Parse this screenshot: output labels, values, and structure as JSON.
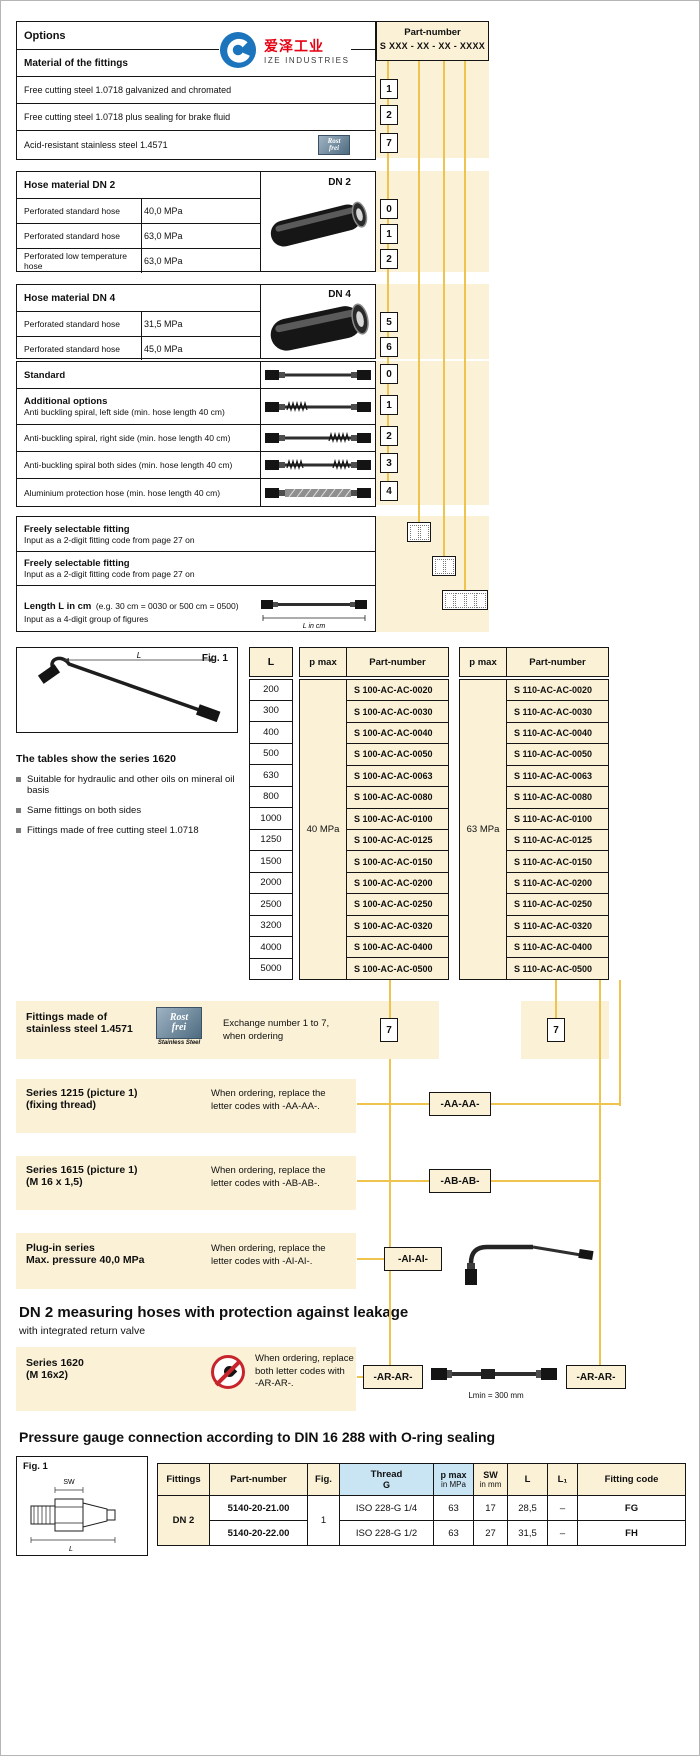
{
  "colors": {
    "cream": "#faf1d6",
    "gold": "#eec44e",
    "header_blue": "#c9e5f4",
    "logo_blue": "#1b74bc",
    "logo_red": "#e60012",
    "badge_steel": "#7d97aa"
  },
  "logo": {
    "cn": "爱泽工业",
    "en": "IZE INDUSTRIES"
  },
  "part_number": {
    "label": "Part-number",
    "format": "S XXX - XX - XX - XXXX"
  },
  "options": {
    "title": "Options",
    "material_title": "Material of the fittings",
    "material_rows": [
      {
        "label": "Free cutting steel 1.0718 galvanized and chromated",
        "code": "1"
      },
      {
        "label": "Free cutting steel 1.0718 plus sealing for brake fluid",
        "code": "2"
      },
      {
        "label": "Acid-resistant stainless steel 1.4571",
        "code": "7"
      }
    ],
    "dn2_title": "Hose material DN 2",
    "dn2_image_label": "DN 2",
    "dn2_rows": [
      {
        "label": "Perforated standard hose",
        "pressure": "40,0 MPa",
        "code": "0"
      },
      {
        "label": "Perforated standard hose",
        "pressure": "63,0 MPa",
        "code": "1"
      },
      {
        "label": "Perforated low temperature hose",
        "pressure": "63,0 MPa",
        "code": "2"
      }
    ],
    "dn4_title": "Hose material DN 4",
    "dn4_image_label": "DN 4",
    "dn4_rows": [
      {
        "label": "Perforated standard hose",
        "pressure": "31,5 MPa",
        "code": "5"
      },
      {
        "label": "Perforated standard hose",
        "pressure": "45,0 MPa",
        "code": "6"
      }
    ],
    "protection_rows": [
      {
        "title": "Standard",
        "sub": "",
        "code": "0"
      },
      {
        "title": "Additional options",
        "sub": "Anti buckling spiral, left side (min. hose length 40 cm)",
        "code": "1"
      },
      {
        "title": "",
        "sub": "Anti-buckling spiral, right side (min. hose length 40 cm)",
        "code": "2"
      },
      {
        "title": "",
        "sub": "Anti-buckling spiral both sides (min. hose length 40 cm)",
        "code": "3"
      },
      {
        "title": "",
        "sub": "Aluminium protection hose (min. hose length 40 cm)",
        "code": "4"
      }
    ],
    "fitting1": {
      "title": "Freely selectable fitting",
      "sub": "Input as a 2-digit fitting code from page 27 on"
    },
    "fitting2": {
      "title": "Freely selectable fitting",
      "sub": "Input as a 2-digit fitting code from page 27 on"
    },
    "length": {
      "title": "Length L in cm",
      "title_note": "(e.g. 30 cm = 0030 or 500 cm = 0500)",
      "sub": "Input as a 4-digit group of figures",
      "image_label": "L in cm"
    }
  },
  "fig1": {
    "label": "Fig. 1",
    "dim_label": "L"
  },
  "series_info": {
    "intro": "The tables show the series 1620",
    "bullets": [
      "Suitable for hydraulic and other oils on mineral oil basis",
      "Same fittings on both sides",
      "Fittings made of free cutting steel 1.0718"
    ]
  },
  "tables1620": {
    "l_header": "L",
    "pmax_header": "p max",
    "part_header": "Part-number",
    "lengths": [
      "200",
      "300",
      "400",
      "500",
      "630",
      "800",
      "1000",
      "1250",
      "1500",
      "2000",
      "2500",
      "3200",
      "4000",
      "5000"
    ],
    "table40": {
      "pmax": "40 MPa",
      "parts": [
        "S 100-AC-AC-0020",
        "S 100-AC-AC-0030",
        "S 100-AC-AC-0040",
        "S 100-AC-AC-0050",
        "S 100-AC-AC-0063",
        "S 100-AC-AC-0080",
        "S 100-AC-AC-0100",
        "S 100-AC-AC-0125",
        "S 100-AC-AC-0150",
        "S 100-AC-AC-0200",
        "S 100-AC-AC-0250",
        "S 100-AC-AC-0320",
        "S 100-AC-AC-0400",
        "S 100-AC-AC-0500"
      ]
    },
    "table63": {
      "pmax": "63 MPa",
      "parts": [
        "S 110-AC-AC-0020",
        "S 110-AC-AC-0030",
        "S 110-AC-AC-0040",
        "S 110-AC-AC-0050",
        "S 110-AC-AC-0063",
        "S 110-AC-AC-0080",
        "S 110-AC-AC-0100",
        "S 110-AC-AC-0125",
        "S 110-AC-AC-0150",
        "S 110-AC-AC-0200",
        "S 110-AC-AC-0250",
        "S 110-AC-AC-0320",
        "S 110-AC-AC-0400",
        "S 110-AC-AC-0500"
      ]
    }
  },
  "rostfrei": {
    "l1": "Rost",
    "l2": "frei",
    "sub": "Stainless Steel"
  },
  "stainless": {
    "title_l1": "Fittings made of",
    "title_l2": "stainless steel 1.4571",
    "note_l1": "Exchange number 1 to 7,",
    "note_l2": "when ordering",
    "code_left": "7",
    "code_right": "7"
  },
  "series1215": {
    "title_l1": "Series 1215 (picture 1)",
    "title_l2": "(fixing thread)",
    "note_l1": "When ordering, replace the",
    "note_l2": "letter codes with -AA-AA-.",
    "code": "-AA-AA-"
  },
  "series1615": {
    "title_l1": "Series 1615 (picture 1)",
    "title_l2": "(M 16 x 1,5)",
    "note_l1": "When ordering, replace the",
    "note_l2": "letter codes with -AB-AB-.",
    "code": "-AB-AB-"
  },
  "plugin": {
    "title_l1": "Plug-in series",
    "title_l2": "Max. pressure 40,0 MPa",
    "note_l1": "When ordering, replace the",
    "note_l2": "letter codes with -AI-AI-.",
    "code": "-AI-AI-"
  },
  "measuring": {
    "heading": "DN 2 measuring hoses with protection against leakage",
    "subheading": "with integrated return valve",
    "series_l1": "Series 1620",
    "series_l2": "(M 16x2)",
    "note_l1": "When ordering, replace",
    "note_l2": "both letter codes with",
    "note_l3": "-AR-AR-.",
    "code_left": "-AR-AR-",
    "code_right": "-AR-AR-",
    "lmin": "Lmin = 300 mm"
  },
  "gauge": {
    "heading": "Pressure gauge connection according to DIN 16 288 with O-ring sealing",
    "fig_label": "Fig. 1",
    "fig_sw": "SW",
    "fig_l": "L",
    "headers": {
      "fittings": "Fittings",
      "part": "Part-number",
      "fig": "Fig.",
      "thread_l1": "Thread",
      "thread_l2": "G",
      "pmax_l1": "p max",
      "pmax_l2": "in MPa",
      "sw_l1": "SW",
      "sw_l2": "in mm",
      "l": "L",
      "l1": "L₁",
      "code": "Fitting code"
    },
    "rows": [
      {
        "fittings": "DN 2",
        "part": "5140-20-21.00",
        "fig": "1",
        "thread": "ISO 228-G 1/4",
        "pmax": "63",
        "sw": "17",
        "l": "28,5",
        "l1": "–",
        "code": "FG"
      },
      {
        "part": "5140-20-22.00",
        "thread": "ISO 228-G 1/2",
        "pmax": "63",
        "sw": "27",
        "l": "31,5",
        "l1": "–",
        "code": "FH"
      }
    ]
  }
}
